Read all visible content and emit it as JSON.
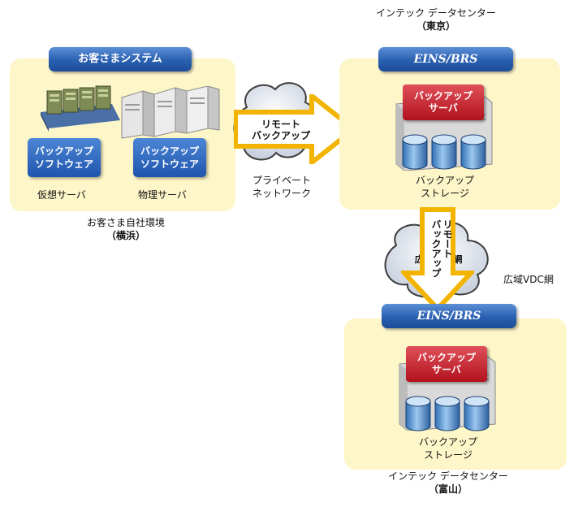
{
  "yokohama": {
    "banner": "お客さまシステム",
    "sw1_line1": "バックアップ",
    "sw1_line2": "ソフトウェア",
    "sw2_line1": "バックアップ",
    "sw2_line2": "ソフトウェア",
    "virtual_server": "仮想サーバ",
    "physical_server": "物理サーバ",
    "caption_line1": "お客さま自社環境",
    "caption_line2": "（横浜）"
  },
  "network": {
    "arrow_line1": "リモート",
    "arrow_line2": "バックアップ",
    "label_line1": "プライベート",
    "label_line2": "ネットワーク"
  },
  "tokyo": {
    "title_line1": "インテック データセンター",
    "title_line2": "（東京）",
    "banner": "EINS/BRS",
    "server_line1": "バックアップ",
    "server_line2": "サーバ",
    "storage_line1": "バックアップ",
    "storage_line2": "ストレージ"
  },
  "wan": {
    "arrow_line1": "リモート",
    "arrow_line2": "バックアップ",
    "cloud_text": "広域VDC網",
    "label": "広域VDC網"
  },
  "toyama": {
    "banner": "EINS/BRS",
    "server_line1": "バックアップ",
    "server_line2": "サーバ",
    "storage_line1": "バックアップ",
    "storage_line2": "ストレージ",
    "title_line1": "インテック データセンター",
    "title_line2": "（富山）"
  },
  "colors": {
    "zone": "#fdf6c8",
    "banner_blue": "#2a5fb0",
    "server_red": "#c0202a",
    "arrow_yellow": "#f2b400",
    "cylinder_blue": "#6aa7dd"
  }
}
